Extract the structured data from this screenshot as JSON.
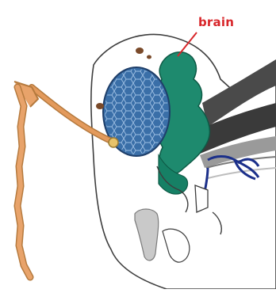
{
  "diagram": {
    "labels": [
      {
        "id": "brain",
        "text": "brain",
        "color": "#d8262a"
      }
    ],
    "parts": [
      {
        "name": "compound-eye",
        "color": "#3a6fa8"
      },
      {
        "name": "brain",
        "color": "#1e8a6e"
      },
      {
        "name": "antenna",
        "color": "#e39a5c"
      },
      {
        "name": "nerve",
        "color": "#1b2f8a"
      },
      {
        "name": "mouthparts",
        "color": "#9a9a9a"
      },
      {
        "name": "thorax-muscles",
        "color": "#3a3a3a"
      }
    ]
  }
}
